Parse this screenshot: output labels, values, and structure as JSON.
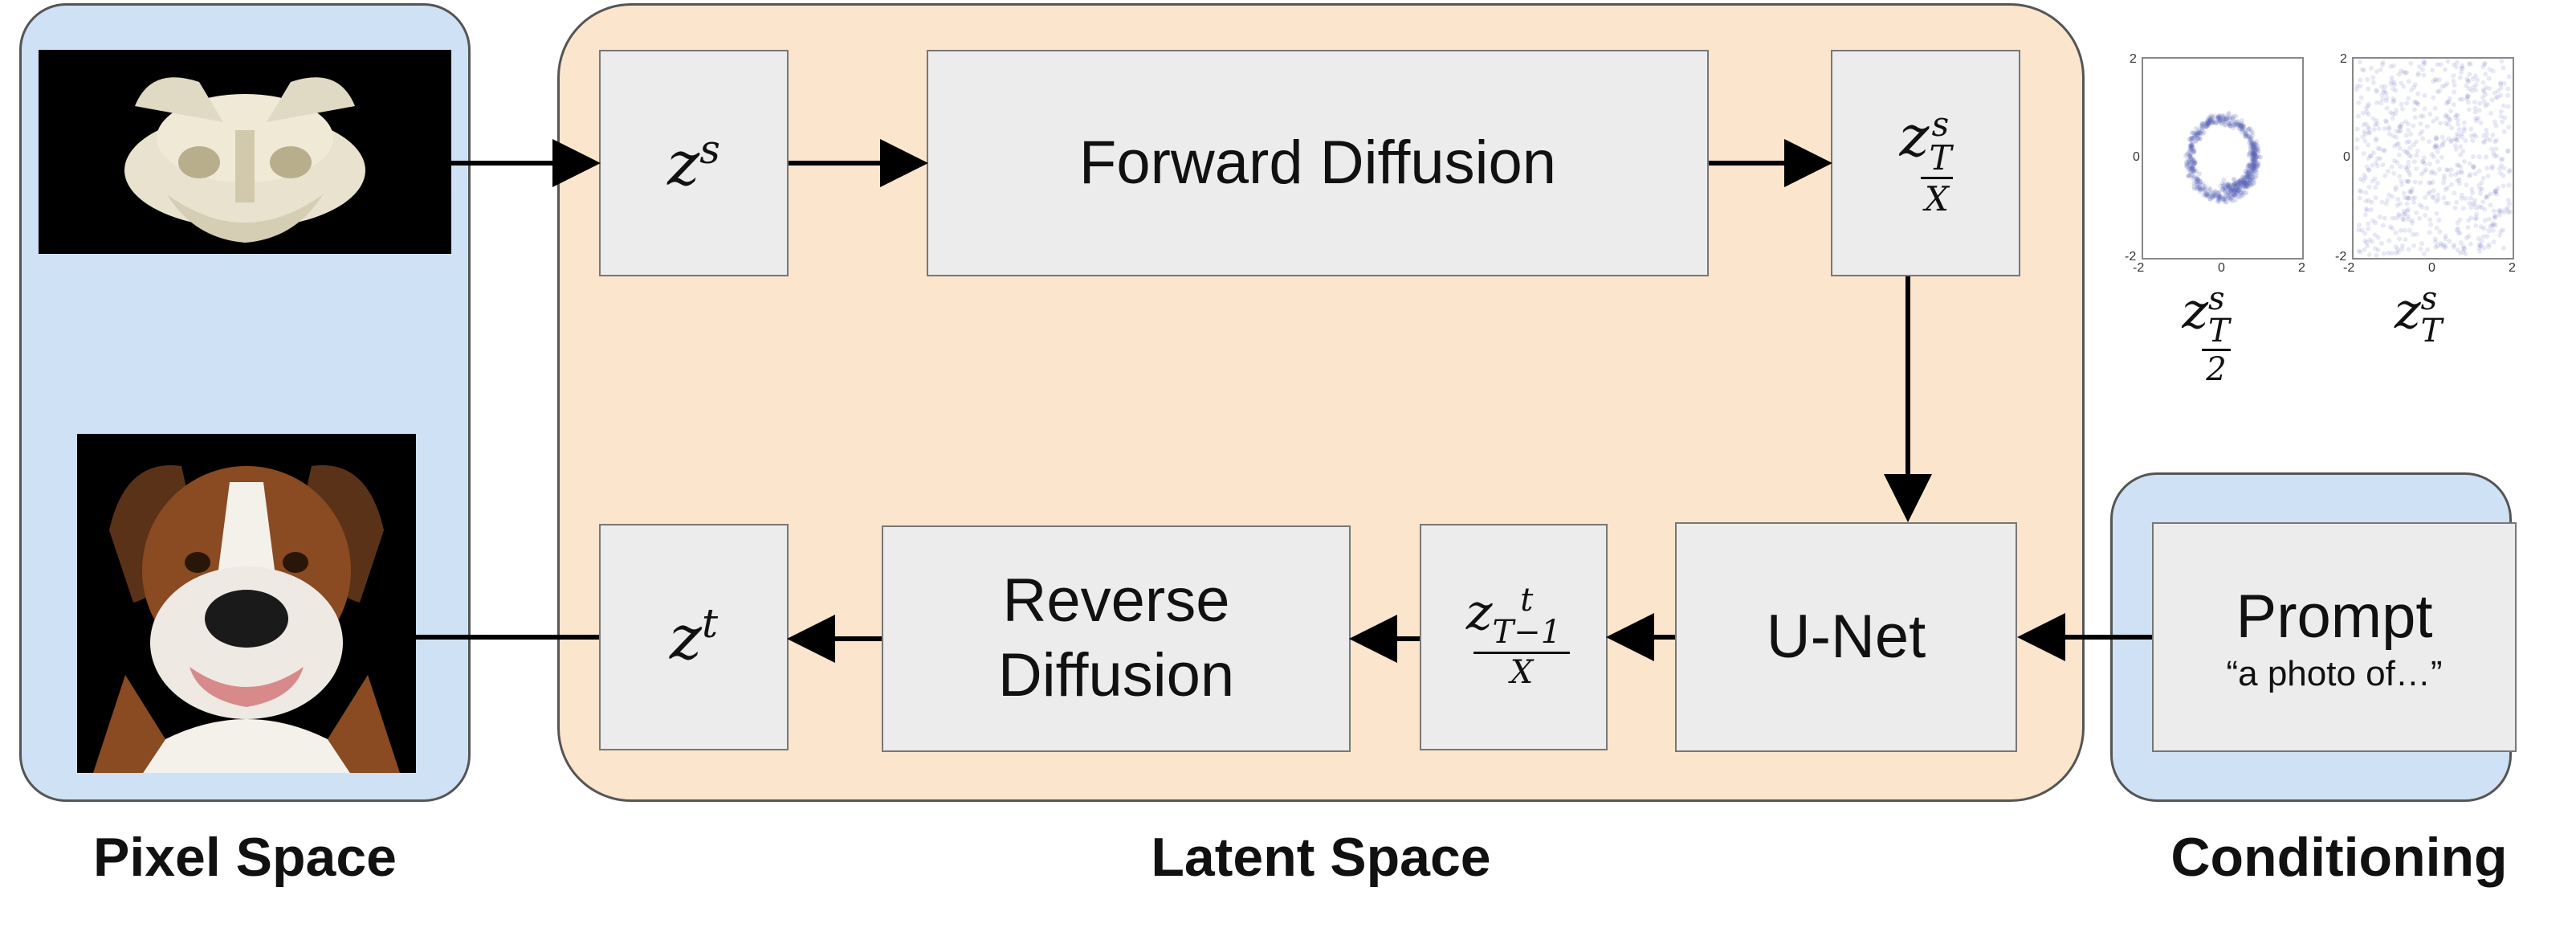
{
  "sections": {
    "pixel_space": "Pixel Space",
    "latent_space": "Latent Space",
    "conditioning": "Conditioning"
  },
  "boxes": {
    "forward_diffusion": "Forward Diffusion",
    "reverse_diffusion_line1": "Reverse",
    "reverse_diffusion_line2": "Diffusion",
    "unet": "U-Net",
    "prompt_title": "Prompt",
    "prompt_text": "“a photo of…”"
  },
  "symbols": {
    "zs": "z^s",
    "zTs_over_X": "z_T^s / X",
    "zt": "z^t",
    "zT1t_over_X": "z_{T-1}^t / X",
    "zTs_over_2": "z_T^s / 2",
    "zTs": "z_T^s"
  },
  "plots": {
    "axis_ticks": [
      "-2",
      "0",
      "2"
    ],
    "left_caption": "z_T^s / 2",
    "right_caption": "z_T^s"
  },
  "colors": {
    "pixel_panel": "#cfe1f4",
    "latent_panel": "#fbe5cd",
    "box_fill": "#ececec",
    "scatter": "#5a64b8"
  },
  "images": {
    "top": "skull",
    "bottom": "boxer-dog"
  }
}
